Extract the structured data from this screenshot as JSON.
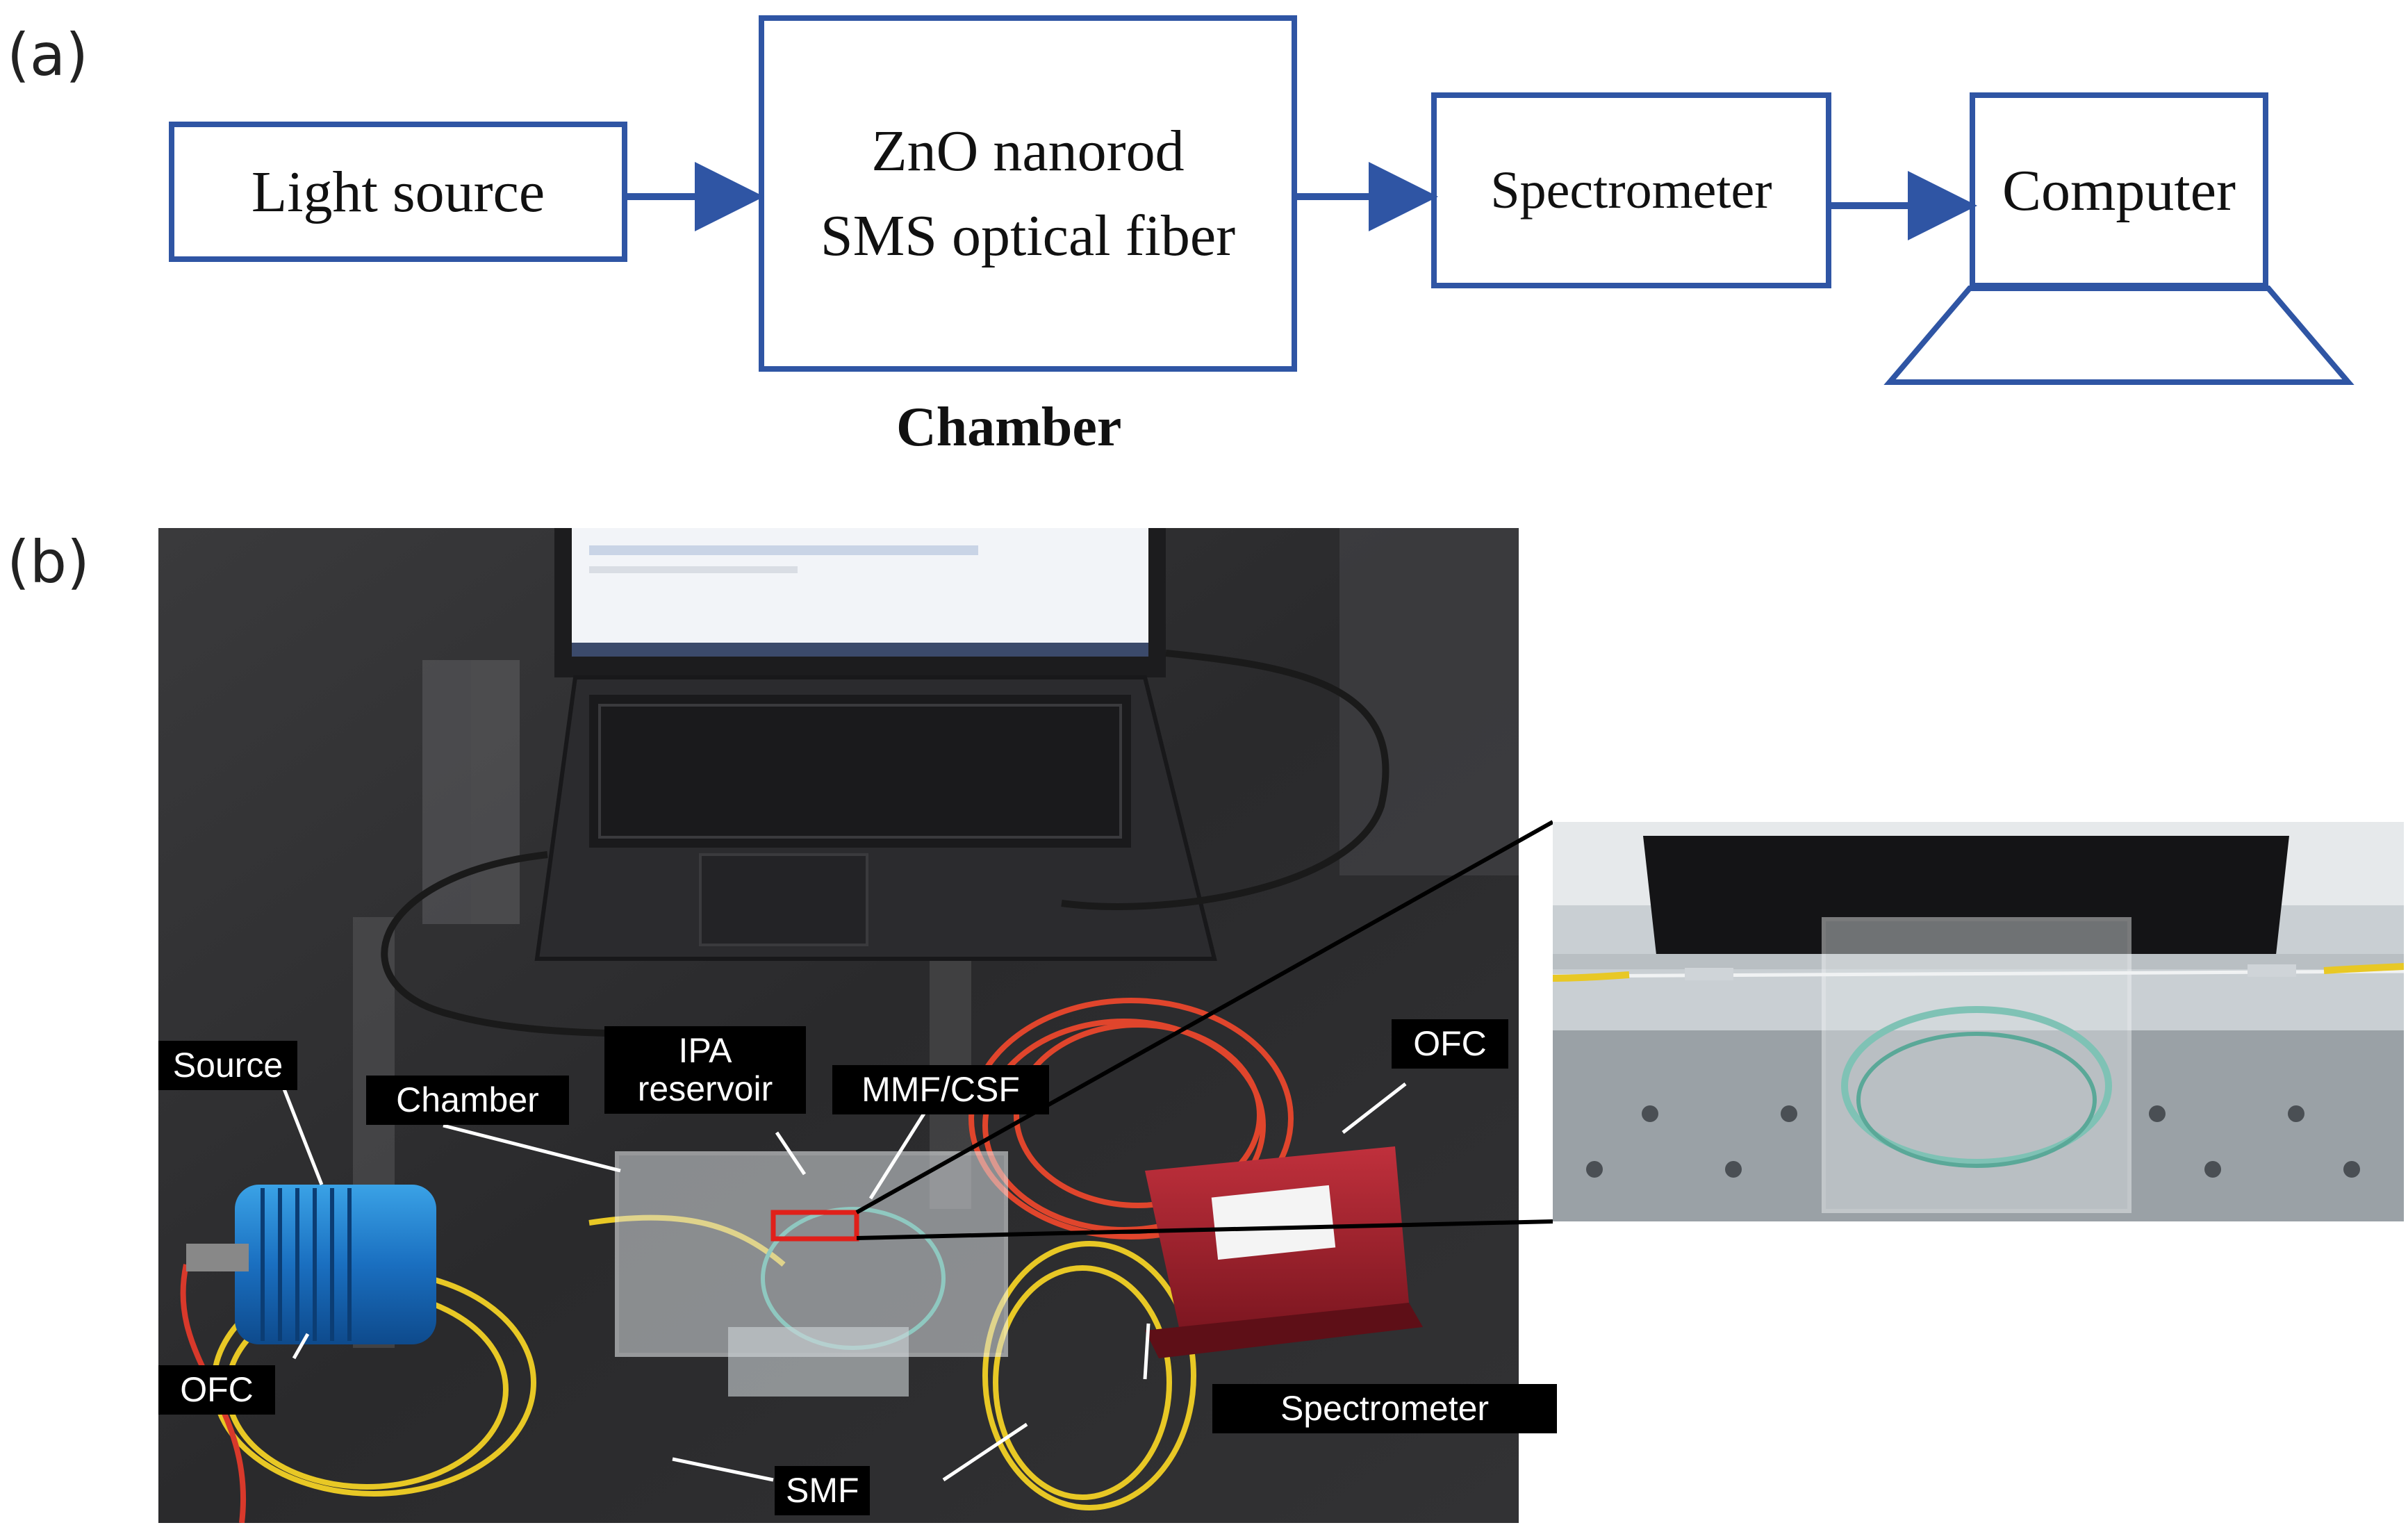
{
  "panel_a": {
    "label": "(a)",
    "boxes": {
      "light_source": "Light source",
      "chamber_box_line1": "ZnO nanorod",
      "chamber_box_line2": "SMS optical fiber",
      "spectrometer": "Spectrometer",
      "computer": "Computer"
    },
    "chamber_caption": "Chamber",
    "colors": {
      "box_border": "#2f55a4",
      "arrow": "#2f55a4"
    }
  },
  "panel_b": {
    "label": "(b)",
    "callouts": {
      "source": "Source",
      "chamber": "Chamber",
      "ipa_line1": "IPA",
      "ipa_line2": "reservoir",
      "mmf_csf": "MMF/CSF",
      "ofc_top": "OFC",
      "ofc_bottom": "OFC",
      "spectrometer": "Spectrometer",
      "smf": "SMF"
    },
    "colors": {
      "callout_bg": "#000000",
      "callout_text": "#ffffff",
      "highlight_box": "#e0201a"
    }
  }
}
